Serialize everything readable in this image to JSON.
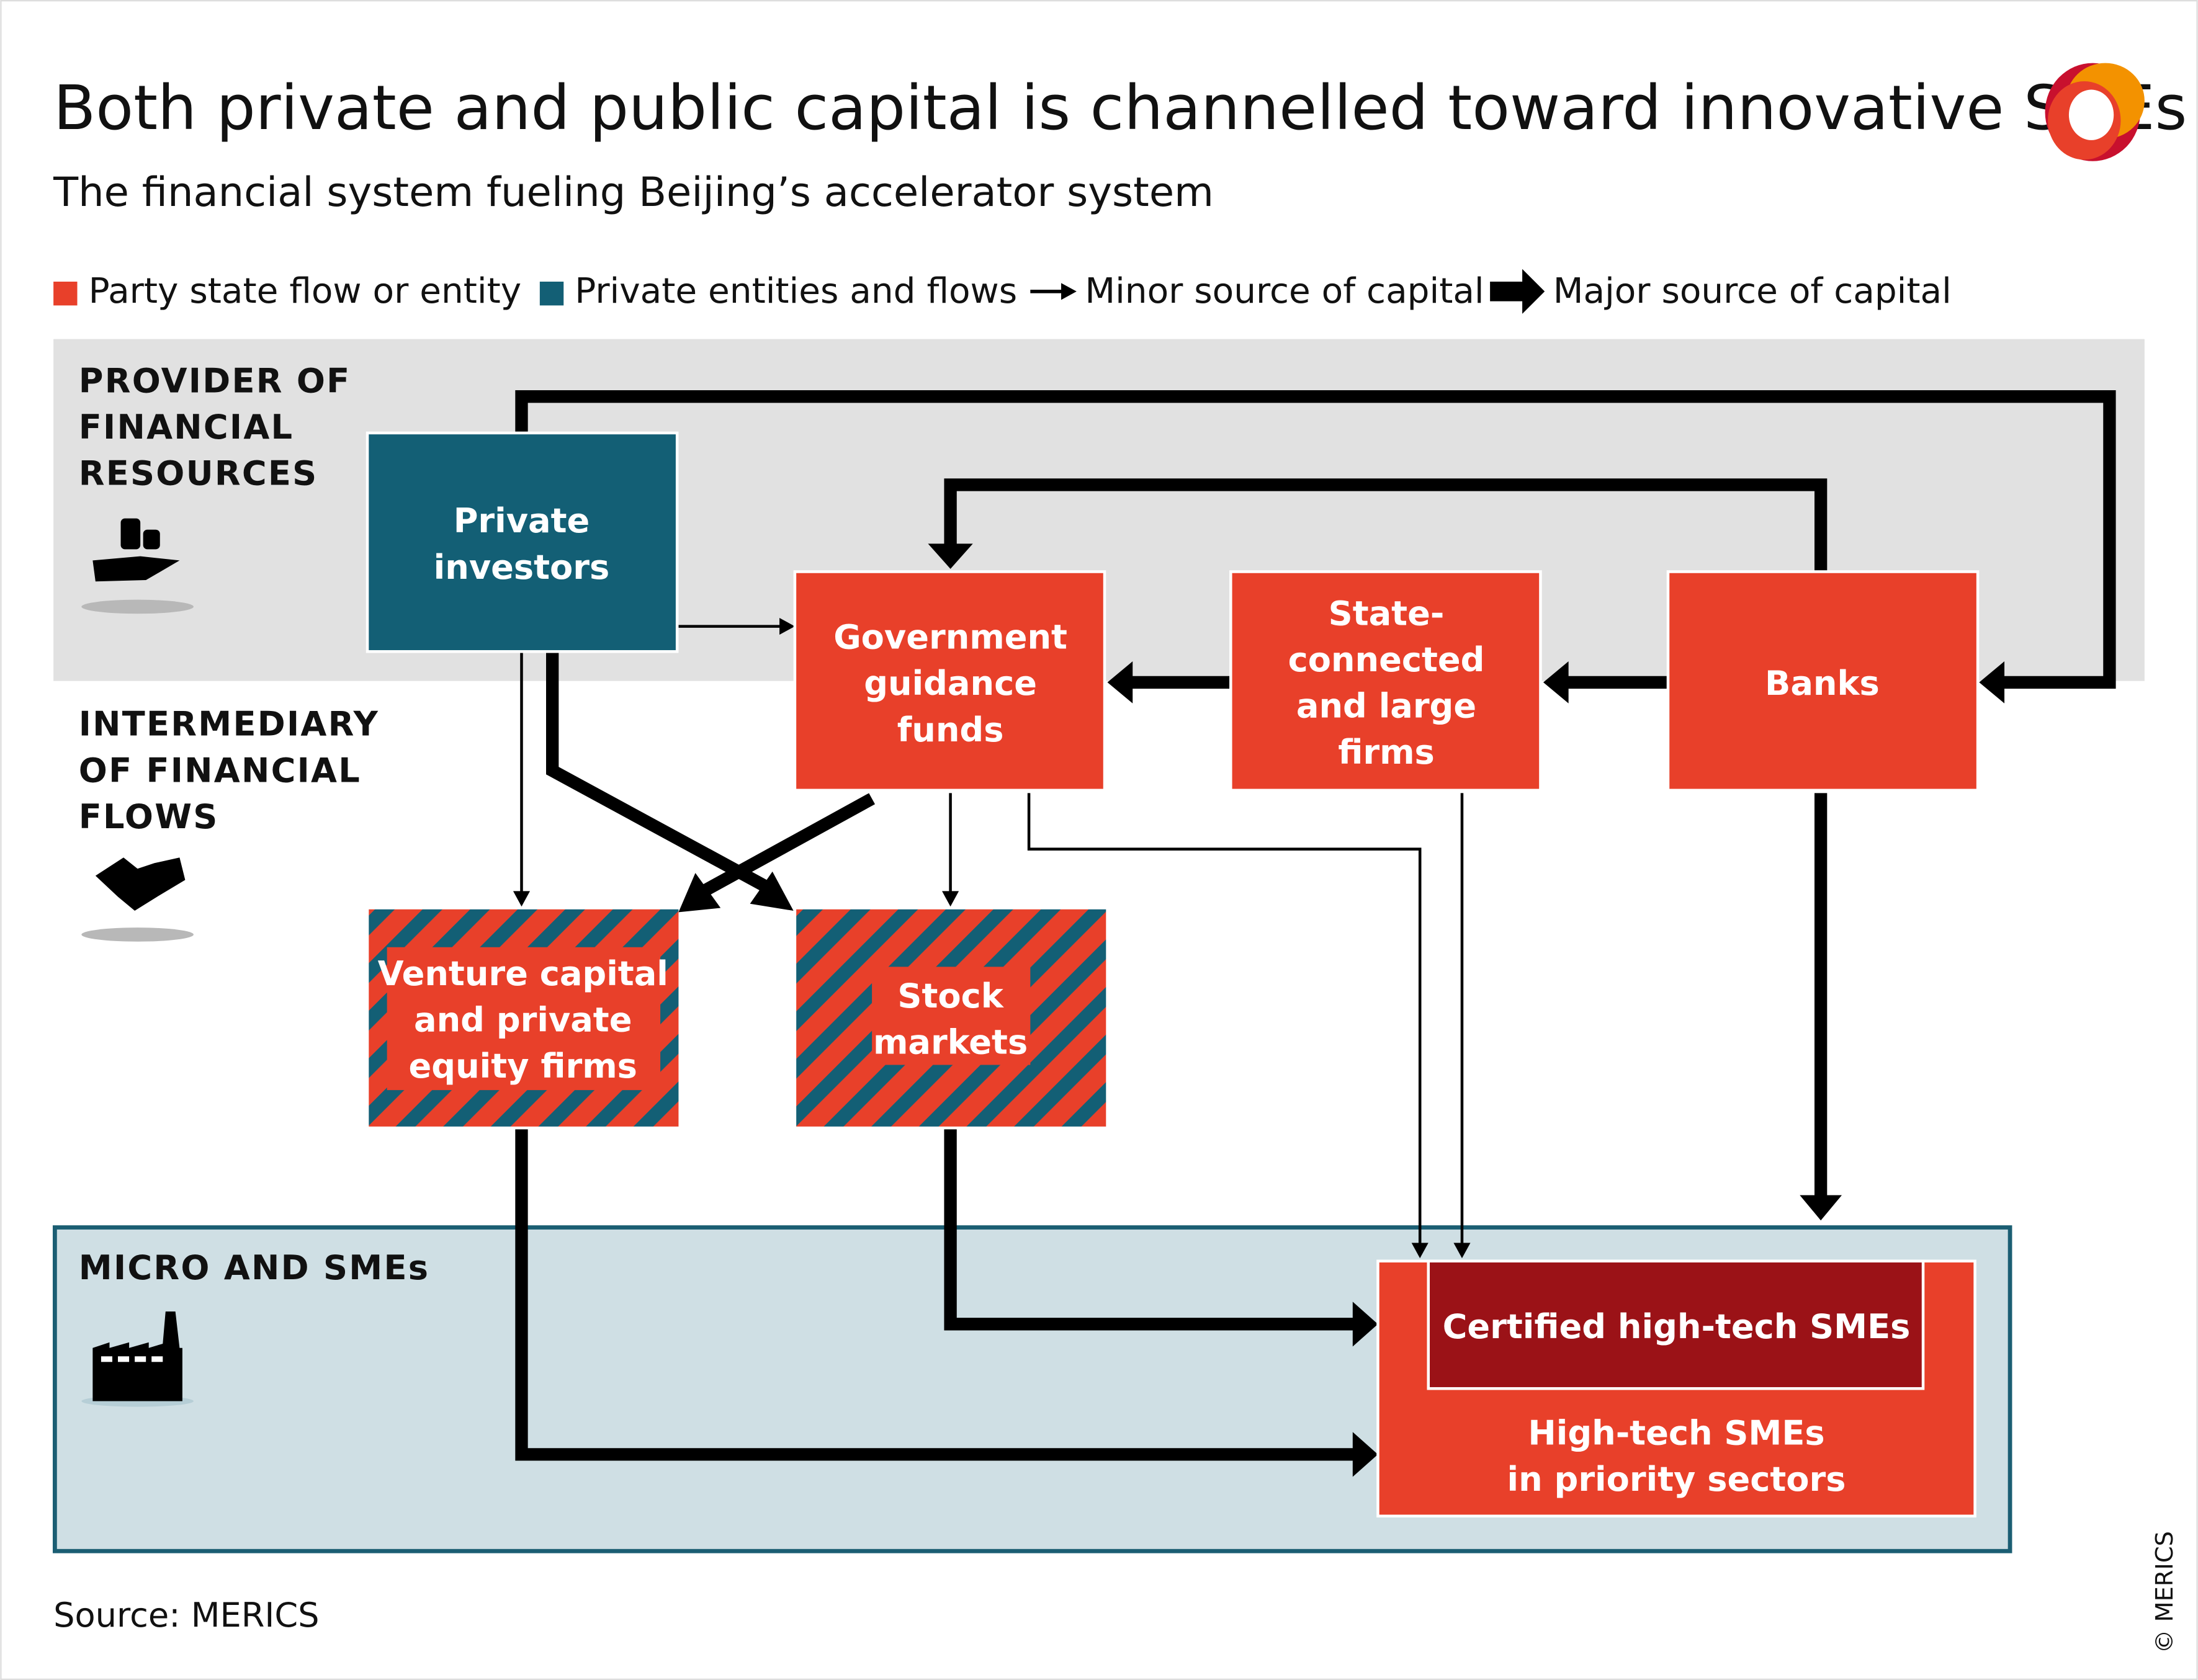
{
  "header": {
    "title": "Both private and public capital is channelled toward innovative SMEs",
    "subtitle": "The financial system fueling Beijing’s accelerator system"
  },
  "legend": {
    "party_state": "Party state flow or entity",
    "private": "Private entities and flows",
    "minor": "Minor source of capital",
    "major": "Major source of capital"
  },
  "sections": {
    "provider": [
      "PROVIDER OF",
      "FINANCIAL",
      "RESOURCES"
    ],
    "intermediary": [
      "INTERMEDIARY",
      "OF FINANCIAL",
      "FLOWS"
    ],
    "micro": "MICRO AND SMEs"
  },
  "nodes": {
    "private_investors": [
      "Private",
      "investors"
    ],
    "gov_funds": [
      "Government",
      "guidance",
      "funds"
    ],
    "state_firms": [
      "State-",
      "connected",
      "and large",
      "firms"
    ],
    "banks": "Banks",
    "vc": [
      "Venture capital",
      "and private",
      "equity firms"
    ],
    "stock": [
      "Stock",
      "markets"
    ],
    "certified": "Certified high-tech SMEs",
    "hightech": [
      "High-tech SMEs",
      "in priority sectors"
    ]
  },
  "footer": {
    "source": "Source: MERICS",
    "copyright": "© MERICS",
    "logo_text": "MERICS"
  },
  "colors": {
    "party_state": "#e8402a",
    "private": "#135f75",
    "certified": "#9b1217",
    "provider_band": "#e1e1e1",
    "sme_band": "#cfdfe4"
  }
}
